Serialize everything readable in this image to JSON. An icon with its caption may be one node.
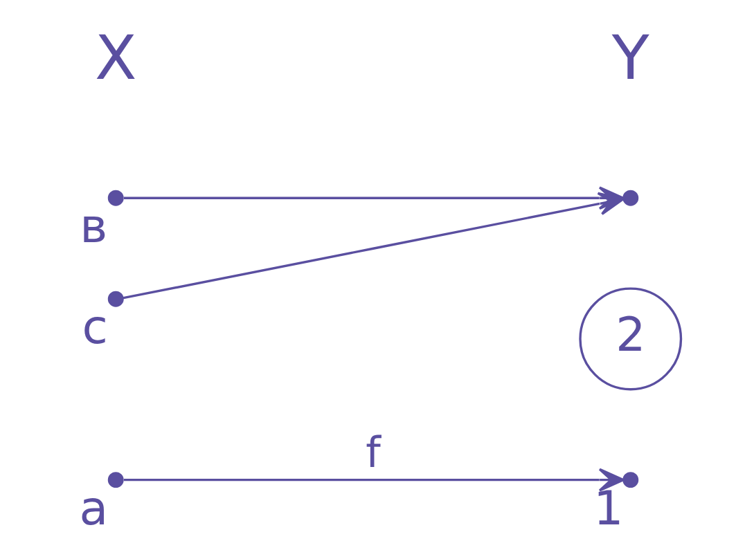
{
  "diagram": {
    "nodes": [
      {
        "text": [],
        "shape": "point",
        "beside": [
          "a"
        ]
      },
      {
        "text": [],
        "shape": "point",
        "beside": [
          "в"
        ]
      },
      {
        "text": [],
        "shape": "point",
        "beside": [
          "c"
        ]
      },
      {
        "text": [],
        "shape": "point",
        "beside": [
          "1"
        ]
      },
      {
        "text": [],
        "shape": "point"
      },
      {
        "text": [
          "2"
        ]
      }
    ],
    "edges": [
      {
        "from": 0,
        "to": 3,
        "arrow": "to",
        "label": "f"
      },
      {
        "from": 1,
        "to": 4,
        "arrow": "to"
      },
      {
        "from": 2,
        "to": 4,
        "arrow": "to"
      }
    ],
    "labels": [
      "X",
      "Y"
    ]
  }
}
